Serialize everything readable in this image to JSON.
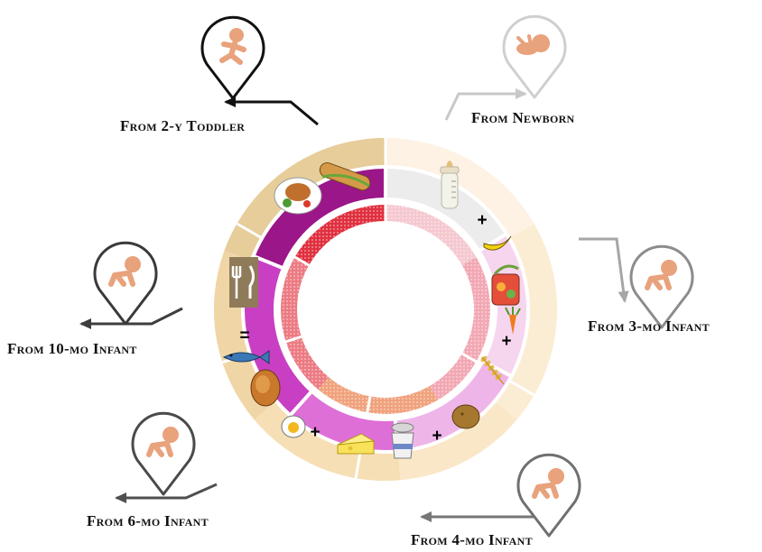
{
  "stages": [
    {
      "id": "newborn",
      "label": "From Newborn",
      "icon": "sleeping-baby-icon",
      "pin_color": "#cfcfcf",
      "arrow_color": "#c8c8c8",
      "segment_color": "#ececec",
      "food": [
        "baby-bottle-icon"
      ]
    },
    {
      "id": "3mo",
      "label": "From 3-mo Infant",
      "icon": "crawling-infant-icon",
      "pin_color": "#8c8c8c",
      "arrow_color": "#a6a6a6",
      "segment_color": "#f6d5ee",
      "food": [
        "banana-icon",
        "baby-food-jar-icon",
        "carrot-icon"
      ]
    },
    {
      "id": "4mo",
      "label": "From 4-mo Infant",
      "icon": "crawling-infant-icon",
      "pin_color": "#707070",
      "arrow_color": "#777777",
      "segment_color": "#eeb6e8",
      "food": [
        "wheat-icon",
        "potato-icon"
      ]
    },
    {
      "id": "6mo",
      "label": "From 6-mo Infant",
      "icon": "crawling-infant-icon",
      "pin_color": "#4a4a4a",
      "arrow_color": "#4f4f4f",
      "segment_color": "#de6fd7",
      "food": [
        "cheese-icon",
        "yogurt-icon"
      ]
    },
    {
      "id": "10mo",
      "label": "From 10-mo Infant",
      "icon": "crawling-infant-icon",
      "pin_color": "#3a3a3a",
      "arrow_color": "#3e3e3e",
      "segment_color": "#c93fc4",
      "food": [
        "roast-chicken-icon",
        "boiled-egg-icon",
        "fish-icon"
      ]
    },
    {
      "id": "2y",
      "label": "From 2-y Toddler",
      "icon": "running-toddler-icon",
      "pin_color": "#111111",
      "arrow_color": "#111111",
      "segment_color": "#9b1689",
      "food": [
        "fork-knife-icon",
        "sandwich-icon",
        "roast-meal-plate-icon"
      ]
    }
  ],
  "separators": [
    "+",
    "+",
    "+",
    "+",
    "="
  ],
  "colors": {
    "outer_ring_light": "#fbe3c0",
    "outer_ring_mid": "#eab75a",
    "outer_ring_dark": "#c8911f",
    "inner_ring_light": "#f5c8cf",
    "inner_ring_dark": "#e0303f",
    "skin": "#e8a27c"
  }
}
